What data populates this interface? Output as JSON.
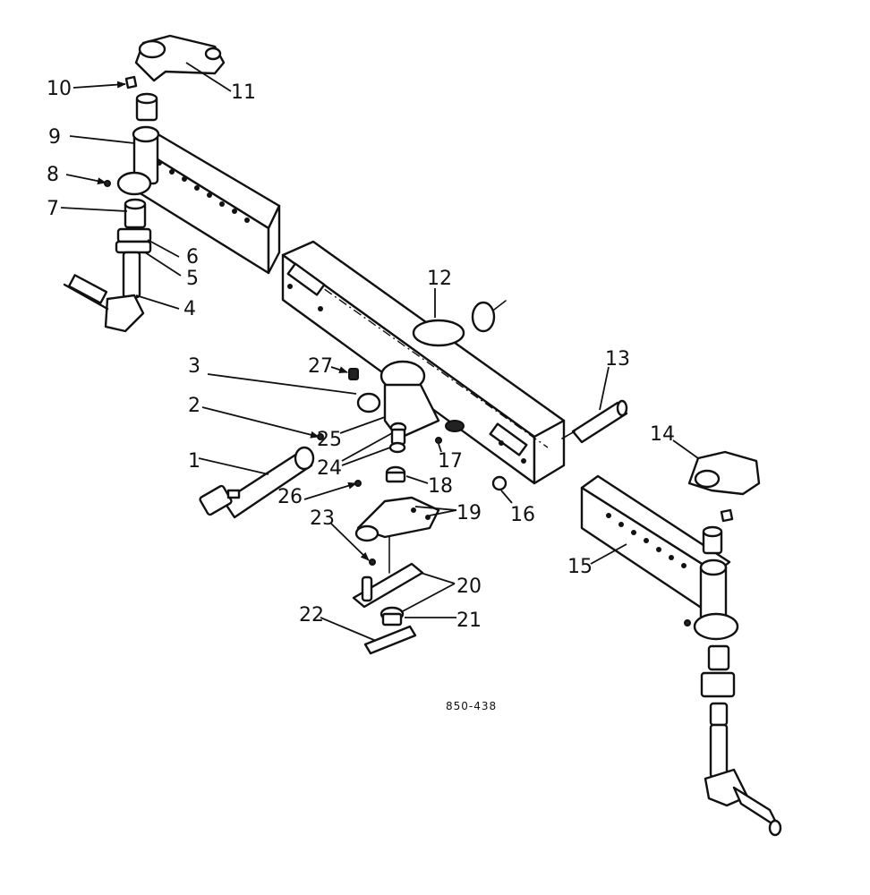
{
  "callouts": [
    "1",
    "2",
    "3",
    "4",
    "5",
    "6",
    "7",
    "8",
    "9",
    "10",
    "11",
    "12",
    "13",
    "14",
    "15",
    "16",
    "17",
    "18",
    "19",
    "20",
    "21",
    "22",
    "23",
    "24",
    "25",
    "26",
    "27"
  ],
  "reference_code": "850-438"
}
